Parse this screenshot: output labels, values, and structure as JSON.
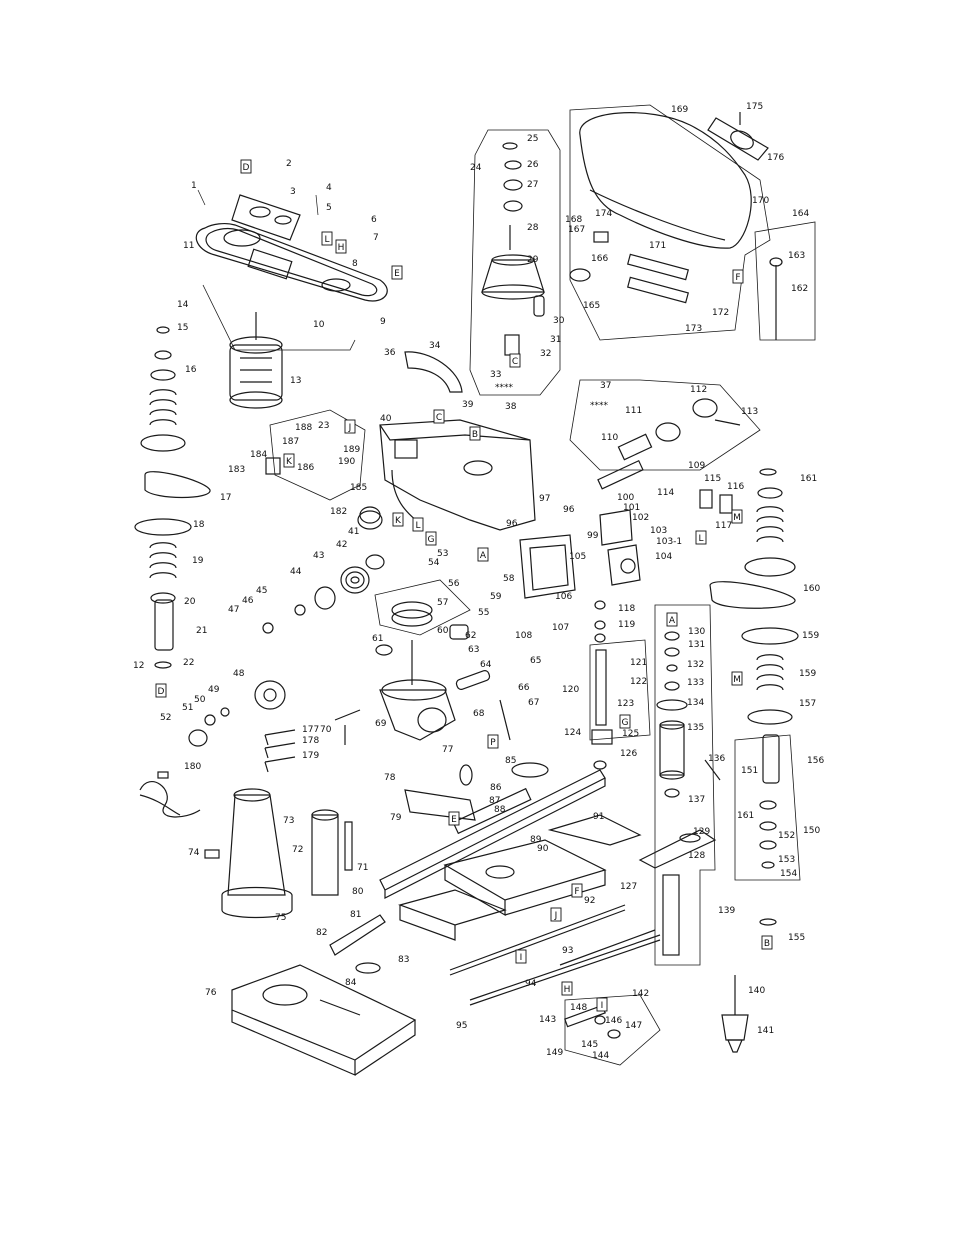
{
  "diagram": {
    "callouts": [
      {
        "id": "c1",
        "text": "1"
      },
      {
        "id": "c2",
        "text": "2"
      },
      {
        "id": "c3",
        "text": "3"
      },
      {
        "id": "c4",
        "text": "4"
      },
      {
        "id": "c5",
        "text": "5"
      },
      {
        "id": "c6",
        "text": "6"
      },
      {
        "id": "c7",
        "text": "7"
      },
      {
        "id": "c8",
        "text": "8"
      },
      {
        "id": "c9",
        "text": "9"
      },
      {
        "id": "c10",
        "text": "10"
      },
      {
        "id": "c11",
        "text": "11"
      },
      {
        "id": "c12",
        "text": "12"
      },
      {
        "id": "c13",
        "text": "13"
      },
      {
        "id": "c14",
        "text": "14"
      },
      {
        "id": "c15",
        "text": "15"
      },
      {
        "id": "c16",
        "text": "16"
      },
      {
        "id": "c17",
        "text": "17"
      },
      {
        "id": "c18",
        "text": "18"
      },
      {
        "id": "c19",
        "text": "19"
      },
      {
        "id": "c20",
        "text": "20"
      },
      {
        "id": "c21",
        "text": "21"
      },
      {
        "id": "c22",
        "text": "22"
      },
      {
        "id": "c23",
        "text": "23"
      },
      {
        "id": "c24",
        "text": "24"
      },
      {
        "id": "c25",
        "text": "25"
      },
      {
        "id": "c26",
        "text": "26"
      },
      {
        "id": "c27",
        "text": "27"
      },
      {
        "id": "c28",
        "text": "28"
      },
      {
        "id": "c29",
        "text": "29"
      },
      {
        "id": "c30",
        "text": "30"
      },
      {
        "id": "c31",
        "text": "31"
      },
      {
        "id": "c32",
        "text": "32"
      },
      {
        "id": "c33",
        "text": "33"
      },
      {
        "id": "c34",
        "text": "34"
      },
      {
        "id": "c36",
        "text": "36"
      },
      {
        "id": "c37",
        "text": "37"
      },
      {
        "id": "c38",
        "text": "38"
      },
      {
        "id": "c39",
        "text": "39"
      },
      {
        "id": "c40",
        "text": "40"
      },
      {
        "id": "c41",
        "text": "41"
      },
      {
        "id": "c42",
        "text": "42"
      },
      {
        "id": "c43",
        "text": "43"
      },
      {
        "id": "c44",
        "text": "44"
      },
      {
        "id": "c45",
        "text": "45"
      },
      {
        "id": "c46",
        "text": "46"
      },
      {
        "id": "c47",
        "text": "47"
      },
      {
        "id": "c48",
        "text": "48"
      },
      {
        "id": "c49",
        "text": "49"
      },
      {
        "id": "c50",
        "text": "50"
      },
      {
        "id": "c51",
        "text": "51"
      },
      {
        "id": "c52",
        "text": "52"
      },
      {
        "id": "c53",
        "text": "53"
      },
      {
        "id": "c54",
        "text": "54"
      },
      {
        "id": "c55",
        "text": "55"
      },
      {
        "id": "c56",
        "text": "56"
      },
      {
        "id": "c57",
        "text": "57"
      },
      {
        "id": "c58",
        "text": "58"
      },
      {
        "id": "c59",
        "text": "59"
      },
      {
        "id": "c60",
        "text": "60"
      },
      {
        "id": "c61",
        "text": "61"
      },
      {
        "id": "c62",
        "text": "62"
      },
      {
        "id": "c63",
        "text": "63"
      },
      {
        "id": "c64",
        "text": "64"
      },
      {
        "id": "c65",
        "text": "65"
      },
      {
        "id": "c66",
        "text": "66"
      },
      {
        "id": "c67",
        "text": "67"
      },
      {
        "id": "c68",
        "text": "68"
      },
      {
        "id": "c69",
        "text": "69"
      },
      {
        "id": "c70",
        "text": "70"
      },
      {
        "id": "c71",
        "text": "71"
      },
      {
        "id": "c72",
        "text": "72"
      },
      {
        "id": "c73",
        "text": "73"
      },
      {
        "id": "c74",
        "text": "74"
      },
      {
        "id": "c75",
        "text": "75"
      },
      {
        "id": "c76",
        "text": "76"
      },
      {
        "id": "c77",
        "text": "77"
      },
      {
        "id": "c78",
        "text": "78"
      },
      {
        "id": "c79",
        "text": "79"
      },
      {
        "id": "c80",
        "text": "80"
      },
      {
        "id": "c81",
        "text": "81"
      },
      {
        "id": "c82",
        "text": "82"
      },
      {
        "id": "c83",
        "text": "83"
      },
      {
        "id": "c84",
        "text": "84"
      },
      {
        "id": "c85",
        "text": "85"
      },
      {
        "id": "c86",
        "text": "86"
      },
      {
        "id": "c87",
        "text": "87"
      },
      {
        "id": "c88",
        "text": "88"
      },
      {
        "id": "c89",
        "text": "89"
      },
      {
        "id": "c90",
        "text": "90"
      },
      {
        "id": "c91",
        "text": "91"
      },
      {
        "id": "c92",
        "text": "92"
      },
      {
        "id": "c93",
        "text": "93"
      },
      {
        "id": "c94",
        "text": "94"
      },
      {
        "id": "c95",
        "text": "95"
      },
      {
        "id": "c96a",
        "text": "96"
      },
      {
        "id": "c96b",
        "text": "96"
      },
      {
        "id": "c97",
        "text": "97"
      },
      {
        "id": "c99",
        "text": "99"
      },
      {
        "id": "c100",
        "text": "100"
      },
      {
        "id": "c101",
        "text": "101"
      },
      {
        "id": "c102",
        "text": "102"
      },
      {
        "id": "c103",
        "text": "103"
      },
      {
        "id": "c103_1",
        "text": "103-1"
      },
      {
        "id": "c104",
        "text": "104"
      },
      {
        "id": "c105",
        "text": "105"
      },
      {
        "id": "c106",
        "text": "106"
      },
      {
        "id": "c107",
        "text": "107"
      },
      {
        "id": "c108",
        "text": "108"
      },
      {
        "id": "c109",
        "text": "109"
      },
      {
        "id": "c110",
        "text": "110"
      },
      {
        "id": "c111",
        "text": "111"
      },
      {
        "id": "c112",
        "text": "112"
      },
      {
        "id": "c113",
        "text": "113"
      },
      {
        "id": "c114",
        "text": "114"
      },
      {
        "id": "c115",
        "text": "115"
      },
      {
        "id": "c116",
        "text": "116"
      },
      {
        "id": "c117",
        "text": "117"
      },
      {
        "id": "c118",
        "text": "118"
      },
      {
        "id": "c119",
        "text": "119"
      },
      {
        "id": "c120",
        "text": "120"
      },
      {
        "id": "c121",
        "text": "121"
      },
      {
        "id": "c122",
        "text": "122"
      },
      {
        "id": "c123",
        "text": "123"
      },
      {
        "id": "c124",
        "text": "124"
      },
      {
        "id": "c125",
        "text": "125"
      },
      {
        "id": "c126",
        "text": "126"
      },
      {
        "id": "c127",
        "text": "127"
      },
      {
        "id": "c128",
        "text": "128"
      },
      {
        "id": "c129",
        "text": "129"
      },
      {
        "id": "c130",
        "text": "130"
      },
      {
        "id": "c131",
        "text": "131"
      },
      {
        "id": "c132",
        "text": "132"
      },
      {
        "id": "c133",
        "text": "133"
      },
      {
        "id": "c134",
        "text": "134"
      },
      {
        "id": "c135",
        "text": "135"
      },
      {
        "id": "c136",
        "text": "136"
      },
      {
        "id": "c137",
        "text": "137"
      },
      {
        "id": "c139",
        "text": "139"
      },
      {
        "id": "c140",
        "text": "140"
      },
      {
        "id": "c141",
        "text": "141"
      },
      {
        "id": "c142",
        "text": "142"
      },
      {
        "id": "c143",
        "text": "143"
      },
      {
        "id": "c144",
        "text": "144"
      },
      {
        "id": "c145",
        "text": "145"
      },
      {
        "id": "c146",
        "text": "146"
      },
      {
        "id": "c147",
        "text": "147"
      },
      {
        "id": "c148",
        "text": "148"
      },
      {
        "id": "c149",
        "text": "149"
      },
      {
        "id": "c150",
        "text": "150"
      },
      {
        "id": "c151",
        "text": "151"
      },
      {
        "id": "c152",
        "text": "152"
      },
      {
        "id": "c153",
        "text": "153"
      },
      {
        "id": "c154",
        "text": "154"
      },
      {
        "id": "c155",
        "text": "155"
      },
      {
        "id": "c156",
        "text": "156"
      },
      {
        "id": "c157",
        "text": "157"
      },
      {
        "id": "c159a",
        "text": "159"
      },
      {
        "id": "c159b",
        "text": "159"
      },
      {
        "id": "c160",
        "text": "160"
      },
      {
        "id": "c161",
        "text": "161"
      },
      {
        "id": "c161b",
        "text": "161"
      },
      {
        "id": "c162",
        "text": "162"
      },
      {
        "id": "c163",
        "text": "163"
      },
      {
        "id": "c164",
        "text": "164"
      },
      {
        "id": "c165",
        "text": "165"
      },
      {
        "id": "c166",
        "text": "166"
      },
      {
        "id": "c167",
        "text": "167"
      },
      {
        "id": "c168",
        "text": "168"
      },
      {
        "id": "c169",
        "text": "169"
      },
      {
        "id": "c170",
        "text": "170"
      },
      {
        "id": "c171",
        "text": "171"
      },
      {
        "id": "c172",
        "text": "172"
      },
      {
        "id": "c173",
        "text": "173"
      },
      {
        "id": "c174",
        "text": "174"
      },
      {
        "id": "c175",
        "text": "175"
      },
      {
        "id": "c176",
        "text": "176"
      },
      {
        "id": "c177",
        "text": "177"
      },
      {
        "id": "c178",
        "text": "178"
      },
      {
        "id": "c179",
        "text": "179"
      },
      {
        "id": "c180",
        "text": "180"
      },
      {
        "id": "c182",
        "text": "182"
      },
      {
        "id": "c183",
        "text": "183"
      },
      {
        "id": "c184",
        "text": "184"
      },
      {
        "id": "c185",
        "text": "185"
      },
      {
        "id": "c186",
        "text": "186"
      },
      {
        "id": "c187",
        "text": "187"
      },
      {
        "id": "c188",
        "text": "188"
      },
      {
        "id": "c189",
        "text": "189"
      },
      {
        "id": "c190",
        "text": "190"
      },
      {
        "id": "cstar1",
        "text": "****"
      },
      {
        "id": "cstar2",
        "text": "****"
      }
    ],
    "ref_labels": [
      {
        "id": "bD1",
        "text": "D"
      },
      {
        "id": "bL1",
        "text": "L"
      },
      {
        "id": "bH1",
        "text": "H"
      },
      {
        "id": "bE1",
        "text": "E"
      },
      {
        "id": "bC1",
        "text": "C"
      },
      {
        "id": "bF1",
        "text": "F"
      },
      {
        "id": "bC2",
        "text": "C"
      },
      {
        "id": "bB1",
        "text": "B"
      },
      {
        "id": "bJ1",
        "text": "J"
      },
      {
        "id": "bK1",
        "text": "K"
      },
      {
        "id": "bK2",
        "text": "K"
      },
      {
        "id": "bL2",
        "text": "L"
      },
      {
        "id": "bG1",
        "text": "G"
      },
      {
        "id": "bA1",
        "text": "A"
      },
      {
        "id": "bD2",
        "text": "D"
      },
      {
        "id": "bM1",
        "text": "M"
      },
      {
        "id": "bL3",
        "text": "L"
      },
      {
        "id": "bA2",
        "text": "A"
      },
      {
        "id": "bG2",
        "text": "G"
      },
      {
        "id": "bP1",
        "text": "P"
      },
      {
        "id": "bM2",
        "text": "M"
      },
      {
        "id": "bE2",
        "text": "E"
      },
      {
        "id": "bF2",
        "text": "F"
      },
      {
        "id": "bJ2",
        "text": "J"
      },
      {
        "id": "bI1",
        "text": "I"
      },
      {
        "id": "bH2",
        "text": "H"
      },
      {
        "id": "bB2",
        "text": "B"
      },
      {
        "id": "bI2",
        "text": "I"
      }
    ]
  }
}
